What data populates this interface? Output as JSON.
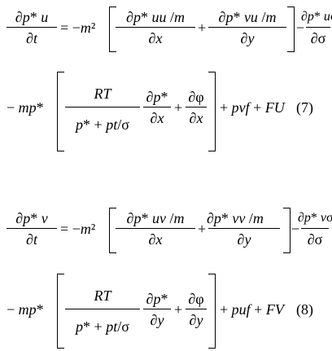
{
  "eq7": {
    "lhs_num": "∂p* u",
    "lhs_den": "∂t",
    "eq_sign": "= −m²",
    "t1_num": "∂p* uu /m",
    "t1_den": "∂x",
    "plus1": "+",
    "t2_num": "∂p* vu /m",
    "t2_den": "∂y",
    "minus1": "−",
    "t3_num": "∂p* uσ",
    "t3_den": "∂σ",
    "row2_lead": "− mp*",
    "rt_num": "RT",
    "rt_den": "p* + pt/σ",
    "dp_num": "∂p*",
    "dp_den": "∂x",
    "plus2": "+",
    "phi_num": "∂φ",
    "phi_den": "∂x",
    "tail": "+ pvf + FU",
    "number": "(7)"
  },
  "eq8": {
    "lhs_num": "∂p* v",
    "lhs_den": "∂t",
    "eq_sign": "= −m²",
    "t1_num": "∂p* uv /m",
    "t1_den": "∂x",
    "plus1": "+",
    "t2_num": "∂p* vv /m",
    "t2_den": "∂y",
    "minus1": "−",
    "t3_num": "∂p* vσ",
    "t3_den": "∂σ",
    "row2_lead": "− mp*",
    "rt_num": "RT",
    "rt_den": "p* + pt/σ",
    "dp_num": "∂p*",
    "dp_den": "∂y",
    "plus2": "+",
    "phi_num": "∂φ",
    "phi_den": "∂y",
    "tail": "+ puf + FV",
    "number": "(8)"
  }
}
